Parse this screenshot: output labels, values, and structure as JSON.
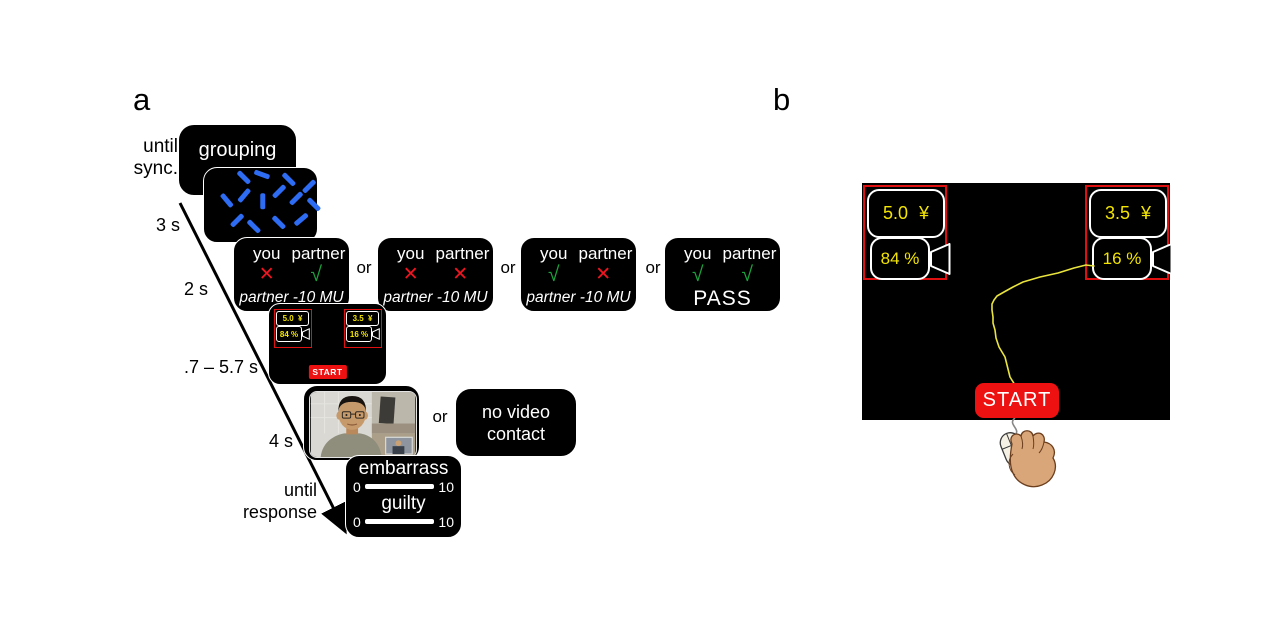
{
  "figure": {
    "panel_a_label": "a",
    "panel_b_label": "b"
  },
  "timeline": {
    "sync_line1": "until",
    "sync_line2": "sync.",
    "grouping_duration": "3 s",
    "outcome_duration": "2 s",
    "decision_duration": ".7 – 5.7 s",
    "video_duration": "4 s",
    "rating_line1": "until",
    "rating_line2": "response"
  },
  "grouping_screen": {
    "label": "grouping"
  },
  "dashes": [
    [
      28,
      10,
      45
    ],
    [
      44,
      6,
      20
    ],
    [
      68,
      12,
      45
    ],
    [
      86,
      22,
      -45
    ],
    [
      13,
      40,
      50
    ],
    [
      28,
      34,
      -50
    ],
    [
      45,
      42,
      90
    ],
    [
      59,
      28,
      -45
    ],
    [
      74,
      38,
      -45
    ],
    [
      90,
      46,
      45
    ],
    [
      22,
      68,
      -45
    ],
    [
      37,
      76,
      45
    ],
    [
      59,
      70,
      45
    ],
    [
      79,
      66,
      -40
    ]
  ],
  "outcome_screens": {
    "or_label": "or",
    "col_you": "you",
    "col_partner": "partner",
    "boxes": [
      {
        "you": "✕",
        "partner": "√",
        "result": "partner -10 MU"
      },
      {
        "you": "✕",
        "partner": "✕",
        "result": "partner -10 MU"
      },
      {
        "you": "√",
        "partner": "✕",
        "result": "partner -10 MU"
      },
      {
        "you": "√",
        "partner": "√",
        "result": "PASS"
      }
    ]
  },
  "decision_screen": {
    "left_amount": "5.0 ¥",
    "left_probability": "84 %",
    "right_amount": "3.5 ¥",
    "right_probability": "16 %",
    "start_label": "START"
  },
  "video_screen": {
    "or_label": "or",
    "no_video_line1": "no video",
    "no_video_line2": "contact"
  },
  "rating_screen": {
    "scale1_label": "embarrass",
    "scale2_label": "guilty",
    "min": "0",
    "max": "10"
  },
  "colors": {
    "accent_red": "#ee1520",
    "check_green": "#1aa23c",
    "dash_blue": "#2d6cf3",
    "money_yellow": "#f3e500",
    "trajectory_yellow": "#e9e43e"
  }
}
